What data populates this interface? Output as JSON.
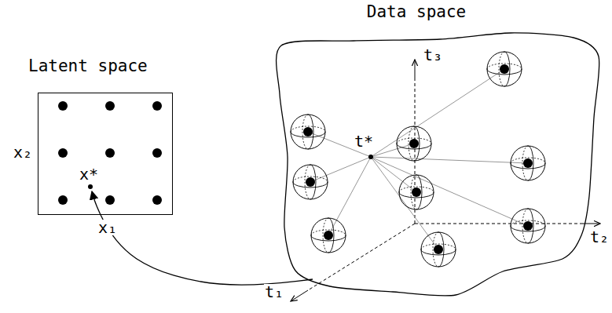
{
  "diagram": {
    "nodes": [
      {
        "text": [
          "Latent space"
        ]
      },
      {
        "text": [
          "Data space"
        ]
      }
    ],
    "edges": [
      {
        "from": 1,
        "to": 0,
        "arrow": "to"
      }
    ],
    "labels": [
      "x₂",
      "x*",
      "x₁",
      "t*",
      "t₃",
      "t₁",
      "t₂"
    ]
  }
}
